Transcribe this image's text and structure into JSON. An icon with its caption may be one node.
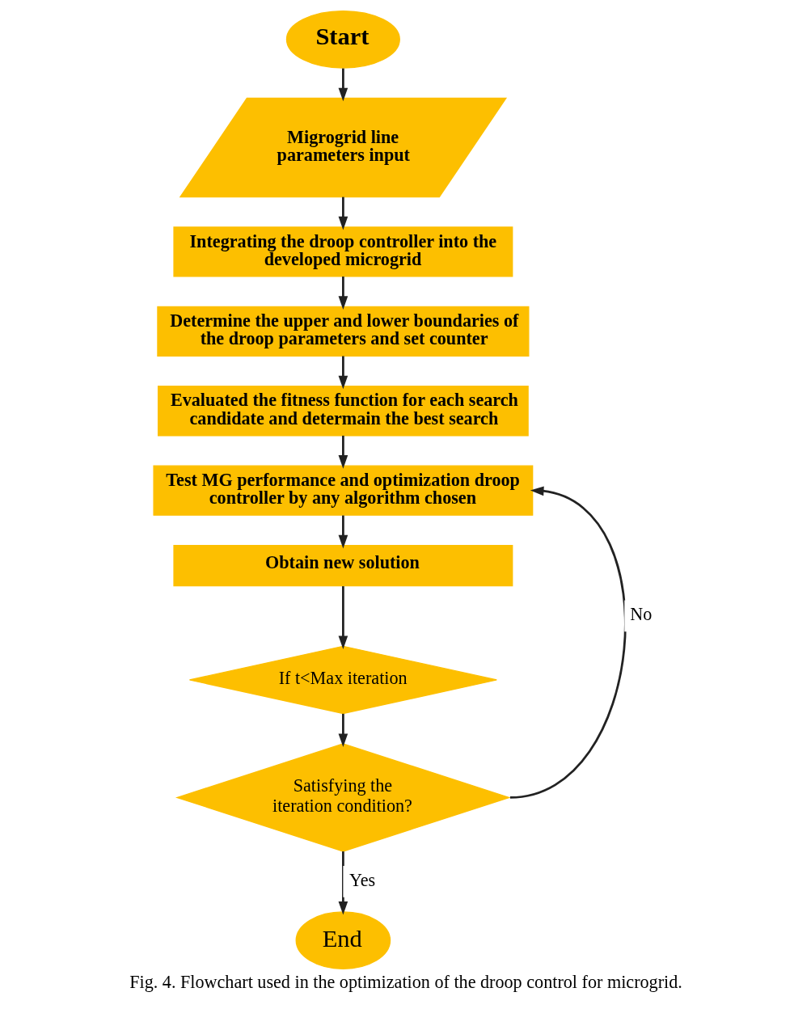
{
  "diagram": {
    "caption": "Fig. 4. Flowchart used in the optimization of the droop control for microgrid.",
    "nodes": [
      {
        "text": [
          "Start"
        ]
      },
      {
        "text": [
          "Migrogrid line parameters input"
        ]
      },
      {
        "text": [
          "Integrating the droop controller into the developed microgrid"
        ]
      },
      {
        "text": [
          "Determine the upper and lower boundaries of the droop parameters and set counter"
        ]
      },
      {
        "text": [
          "Evaluated the fitness function for each search candidate and determain the best search"
        ]
      },
      {
        "text": [
          "Test MG performance and optimization droop controller by any algorithm chosen"
        ]
      },
      {
        "text": [
          "Obtain new solution"
        ]
      },
      {
        "text": [
          "If t<Max iteration"
        ]
      },
      {
        "text": [
          "Satisfying the iteration condition?"
        ]
      },
      {
        "text": [
          "End"
        ]
      }
    ],
    "edges": [
      {
        "from": 0,
        "to": 1,
        "arrow": "to"
      },
      {
        "from": 1,
        "to": 2,
        "arrow": "to"
      },
      {
        "from": 2,
        "to": 3,
        "arrow": "to"
      },
      {
        "from": 3,
        "to": 4,
        "arrow": "to"
      },
      {
        "from": 4,
        "to": 5,
        "arrow": "to"
      },
      {
        "from": 5,
        "to": 6,
        "arrow": "to"
      },
      {
        "from": 6,
        "to": 7,
        "arrow": "to"
      },
      {
        "from": 7,
        "to": 8,
        "arrow": "to"
      },
      {
        "from": 8,
        "to": 9,
        "arrow": "to",
        "label": "Yes"
      },
      {
        "from": 8,
        "to": 5,
        "arrow": "to",
        "label": "No"
      }
    ]
  }
}
